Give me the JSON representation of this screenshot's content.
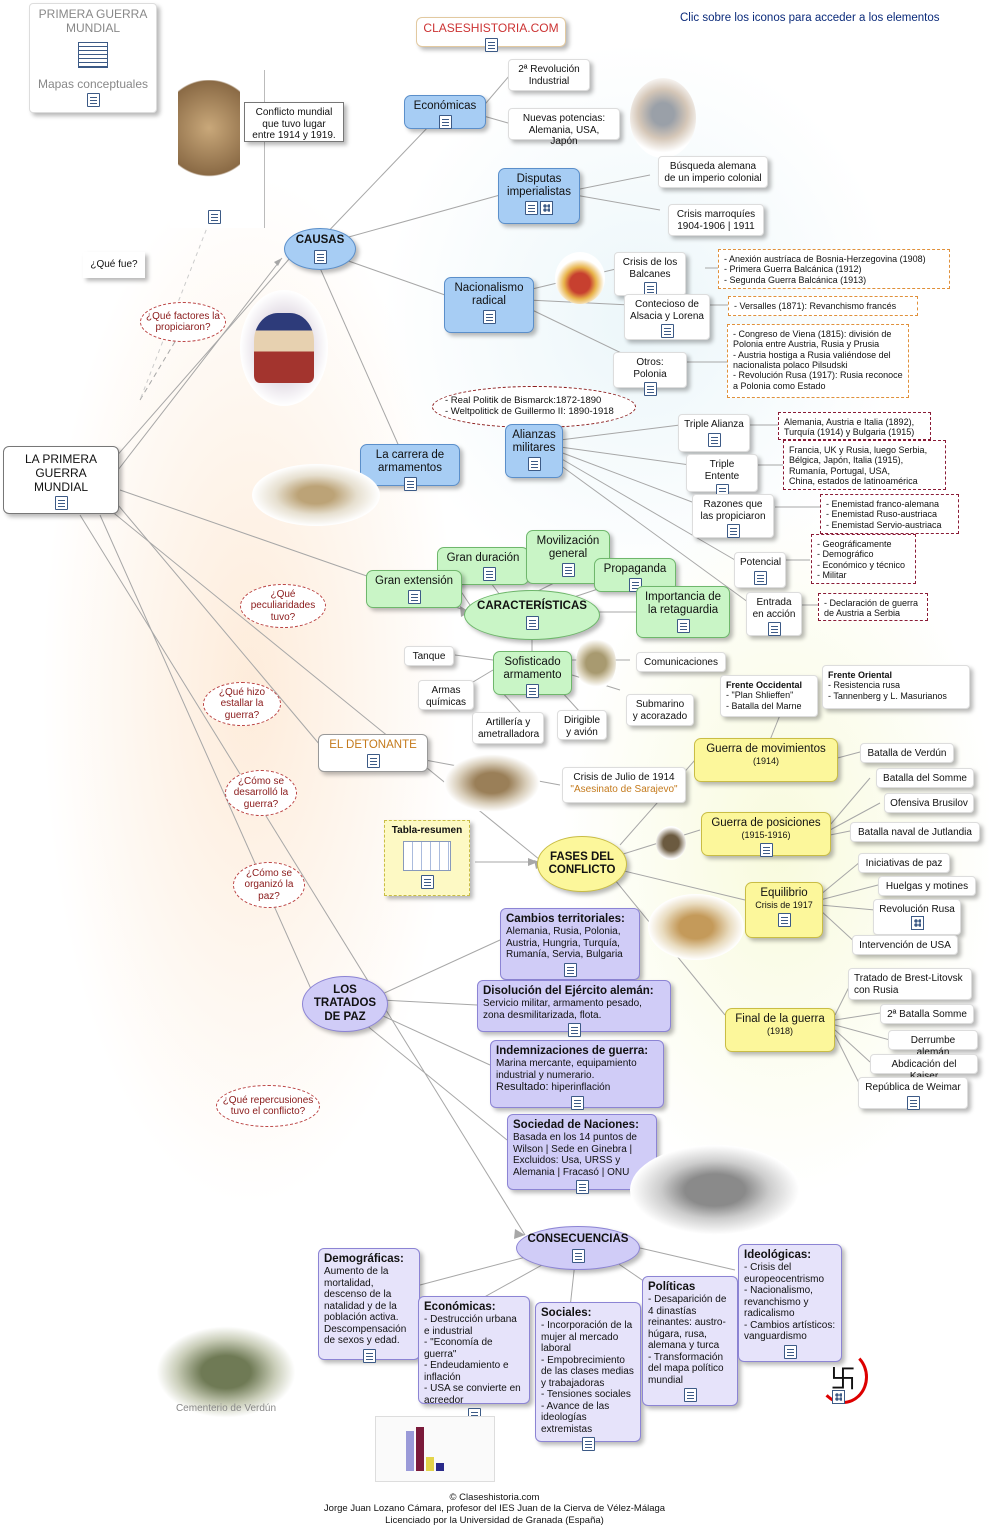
{
  "header": {
    "instruction": "Clic sobre los iconos para acceder a los elementos",
    "site": "CLASESHISTORIA.COM",
    "book_title": "PRIMERA GUERRA MUNDIAL",
    "book_subtitle": "Mapas conceptuales"
  },
  "center": {
    "label": "LA PRIMERA GUERRA MUNDIAL"
  },
  "intro": {
    "question": "¿Qué fue?",
    "definition": "Conflicto mundial que tuvo lugar entre 1914 y 1919."
  },
  "questions": {
    "factors": "¿Qué factores la propiciaron?",
    "features": "¿Qué peculiaridades tuvo?",
    "trigger": "¿Qué hizo estallar la guerra?",
    "development": "¿Cómo se desarrolló la guerra?",
    "peace": "¿Cómo se organizó la paz?",
    "impact": "¿Qué repercusiones tuvo el conflicto?"
  },
  "causes": {
    "title": "CAUSAS",
    "economic": {
      "label": "Económicas",
      "items": [
        "2ª Revolución Industrial",
        "Nuevas potencias: Alemania, USA, Japón"
      ]
    },
    "imperial": {
      "label": "Disputas imperialistas",
      "items": [
        "Búsqueda alemana de un imperio colonial",
        "Crisis marroquíes 1904-1906 | 1911"
      ]
    },
    "nationalism": {
      "label": "Nacionalismo radical",
      "balkans": {
        "label": "Crisis de los Balcanes",
        "details": [
          "- Anexión austríaca de Bosnia-Herzegovina (1908)",
          "- Primera Guerra Balcánica (1912)",
          "- Segunda Guerra Balcánica (1913)"
        ]
      },
      "alsace": {
        "label": "Contecioso de Alsacia y Lorena",
        "details": [
          "- Versalles (1871): Revanchismo francés"
        ]
      },
      "poland": {
        "label": "Otros: Polonia",
        "details": [
          "- Congreso de Viena (1815): división de Polonia entre Austria, Rusia y Prusia",
          "- Austria hostiga a Rusia valiéndose del nacionalista polaco Pilsudski",
          "- Revolución Rusa (1917): Rusia reconoce a Polonia como Estado"
        ]
      }
    },
    "arms": {
      "label": "La carrera de armamentos"
    },
    "politics": [
      "- Real Politik de Bismarck:1872-1890",
      "- Weltpolitick de Guillermo II: 1890-1918"
    ],
    "alliances": {
      "label": "Alianzas militares",
      "triple_alliance": {
        "label": "Triple Alianza",
        "details": [
          "Alemania, Austria e Italia (1892),",
          "Turquía (1914) y Bulgaria (1915)"
        ]
      },
      "triple_entente": {
        "label": "Triple Entente",
        "details": [
          "Francia, UK y Rusia, luego Serbia,",
          "Bélgica,  Japón, Italia (1915),",
          "Rumanía, Portugal, USA,",
          "China, estados de latinoamérica"
        ]
      },
      "reasons": {
        "label": "Razones que las propiciaron",
        "details": [
          "- Enemistad franco-alemana",
          "- Enemistad Ruso-austriaca",
          "- Enemistad Servio-austriaca"
        ]
      },
      "potential": {
        "label": "Potencial",
        "details": [
          "- Geográficamente",
          "- Demográfico",
          "- Económico y técnico",
          "- Militar"
        ]
      },
      "entry": {
        "label": "Entrada en acción",
        "details": [
          "- Declaración de guerra",
          "de Austria a Serbia"
        ]
      }
    }
  },
  "features": {
    "title": "CARACTERÍSTICAS",
    "items": [
      "Gran duración",
      "Movilización general",
      "Propaganda",
      "Gran extensión",
      "Importancia de la retaguardia"
    ],
    "weaponry": {
      "label": "Sofisticado armamento",
      "items": [
        "Tanque",
        "Armas químicas",
        "Artillería y ametralladora",
        "Dirigible y avión",
        "Submarino y acorazado",
        "Comunicaciones"
      ]
    }
  },
  "trigger": {
    "title": "EL DETONANTE",
    "crisis": "Crisis de Julio de 1914",
    "event": "\"Asesinato de Sarajevo\""
  },
  "phases": {
    "title": "FASES DEL CONFLICTO",
    "table": "Tabla-resumen",
    "movement": {
      "label": "Guerra de movimientos",
      "year": "(1914)"
    },
    "western": {
      "title": "Frente Occidental",
      "items": [
        "- \"Plan Shlieffen\"",
        "- Batalla del Marne"
      ]
    },
    "eastern": {
      "title": "Frente Oriental",
      "items": [
        "- Resistencia rusa",
        "- Tannenberg y L. Masurianos"
      ]
    },
    "position": {
      "label": "Guerra de posiciones",
      "year": "(1915-1916)",
      "items": [
        "Batalla de Verdún",
        "Batalla del Somme",
        "Ofensiva Brusilov",
        "Batalla naval de Jutlandia"
      ]
    },
    "balance": {
      "label": "Equilibrio",
      "sub": "Crisis de 1917",
      "items": [
        "Iniciativas de paz",
        "Huelgas y motines",
        "Revolución Rusa",
        "Intervención de USA"
      ]
    },
    "end": {
      "label": "Final de la guerra",
      "year": "(1918)",
      "items": [
        "Tratado de Brest-Litovsk con Rusia",
        "2ª Batalla Somme",
        "Derrumbe alemán",
        "Abdicación del Kaiser",
        "República de Weimar"
      ]
    }
  },
  "treaties": {
    "title": "LOS TRATADOS DE PAZ",
    "territorial": {
      "title": "Cambios territoriales:",
      "text": "Alemania, Rusia, Polonia, Austria, Hungria, Turquía, Rumanía, Servia, Bulgaria"
    },
    "army": {
      "title": "Disolución del Ejército alemán:",
      "text": "Servicio militar, armamento pesado, zona desmilitarizada, flota."
    },
    "reparations": {
      "title": "Indemnizaciones de guerra:",
      "text": "Marina mercante, equipamiento industrial y numerario.",
      "result_label": "Resultado:",
      "result": "hiperinflación"
    },
    "league": {
      "title": "Sociedad de Naciones:",
      "text": "Basada en los 14 puntos de Wilson | Sede en Ginebra | Excluidos: Usa, URSS y Alemania | Fracasó | ONU"
    }
  },
  "consequences": {
    "title": "CONSECUENCIAS",
    "demographic": {
      "title": "Demográficas:",
      "text": "Aumento de la mortalidad, descenso de la natalidad y de la población activa. Descompensación de sexos y edad."
    },
    "economic": {
      "title": "Económicas:",
      "items": [
        "- Destrucción urbana e industrial",
        "- \"Economía de guerra\"",
        "- Endeudamiento e inflación",
        "- USA se convierte en acreedor"
      ]
    },
    "social": {
      "title": "Sociales:",
      "items": [
        "- Incorporación de la mujer al mercado laboral",
        "- Empobrecimiento de las clases medias y trabajadoras",
        "- Tensiones sociales",
        "- Avance de las ideologías extremistas"
      ]
    },
    "political": {
      "title": "Políticas",
      "items": [
        "- Desaparición de 4 dinastías reinantes: austro-húgara, rusa, alemana y turca",
        "- Transformación del mapa político mundial"
      ]
    },
    "ideological": {
      "title": "Ideológicas:",
      "items": [
        "- Crisis del europeocentrismo",
        "- Nacionalismo, revanchismo y radicalismo",
        "- Cambios artísticos: vanguardismo"
      ]
    },
    "cemetery": "Cementerio de Verdún"
  },
  "footer": {
    "copyright": "© Claseshistoria.com",
    "author": "Jorge Juan Lozano Cámara, profesor del IES Juan de la Cierva de Vélez-Málaga",
    "degree": "Licenciado por la Universidad de Granada (España)"
  },
  "colors": {
    "blue": "#a7cdf4",
    "green": "#c9f5c6",
    "yellow": "#fcf79b",
    "violet": "#d0ccf7",
    "link": "#0a2a7a",
    "dashed": "#b44"
  }
}
